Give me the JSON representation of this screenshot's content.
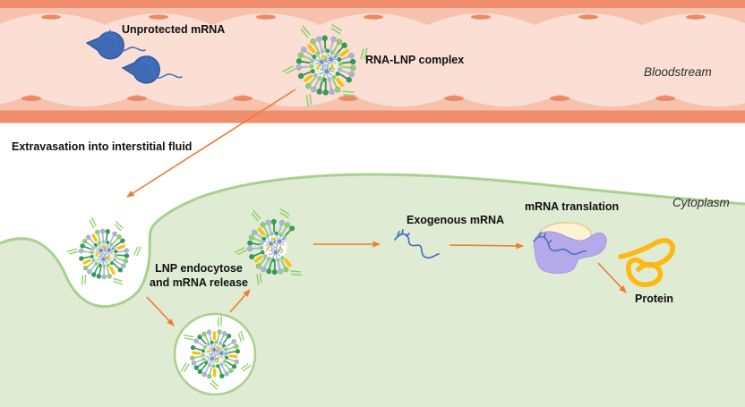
{
  "labels": {
    "unprotected_mrna": "Unprotected mRNA",
    "rna_lnp_complex": "RNA-LNP complex",
    "bloodstream": "Bloodstream",
    "extravasation": "Extravasation into interstitial fluid",
    "endocytose_line1": "LNP endocytose",
    "endocytose_line2": "and mRNA release",
    "exogenous_mrna": "Exogenous mRNA",
    "mrna_translation": "mRNA translation",
    "cytoplasm": "Cytoplasm",
    "protein": "Protein"
  },
  "colors": {
    "arrow": "#ed7d31",
    "vessel_wall": "#ef8d6c",
    "vessel_endothelium": "#f6c2ad",
    "vessel_lumen": "#fbdfd4",
    "vessel_nucleus": "#ec8a61",
    "cell_fill": "#dfebd2",
    "cell_membrane": "#a9d08e",
    "mrna_blue": "#4472c4",
    "rnase_blue": "#3e6ab3",
    "lipid_green": "#2f9e55",
    "lipid_light": "#8fd06c",
    "lipid_gray": "#aab6d8",
    "lipid_yellow": "#ffc000",
    "complex_blue": "#9cabd6",
    "complex_core": "#7388c6",
    "ribosome_large": "#b6a9e9",
    "ribosome_small": "#fdf3d2",
    "protein_gold": "#fbb912"
  }
}
